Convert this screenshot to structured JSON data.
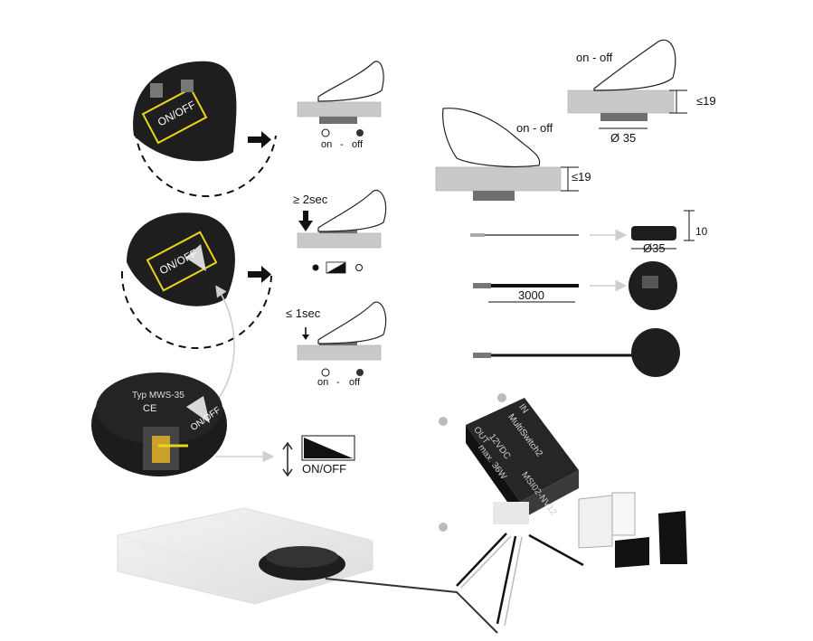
{
  "panel_top_left": {
    "switch_label": "ON/OFF",
    "result_on": "on",
    "result_sep": "-",
    "result_off": "off"
  },
  "panel_mid_left": {
    "switch_label": "ON/OFF",
    "long_press": "≥ 2sec",
    "short_press": "≤ 1sec",
    "result_on": "on",
    "result_sep": "-",
    "result_off": "off"
  },
  "sensor_photo": {
    "type_text": "Typ MWS-35",
    "switch_label": "ON/OFF",
    "ce_mark": "CE"
  },
  "dimmer_legend": {
    "label": "ON/OFF"
  },
  "mount_a": {
    "label": "on - off",
    "thickness": "≤19",
    "diameter": "Ø 35"
  },
  "mount_b": {
    "label": "on - off",
    "thickness": "≤19"
  },
  "dimensions": {
    "height": "10",
    "diameter": "Ø35",
    "cable_length": "3000"
  },
  "controller": {
    "brand": "MultiSwitch2",
    "model": "MSI02-NV12",
    "rating_voltage": "12VDC",
    "rating_power": "max. 36W",
    "in_label": "IN",
    "out_label": "OUT"
  },
  "colors": {
    "ink": "#111111",
    "panel_grey": "#c9c9c9",
    "sensor_black": "#1e1e1e",
    "highlight_yellow": "#e8d51a",
    "arrow_grey": "#cccccc"
  }
}
